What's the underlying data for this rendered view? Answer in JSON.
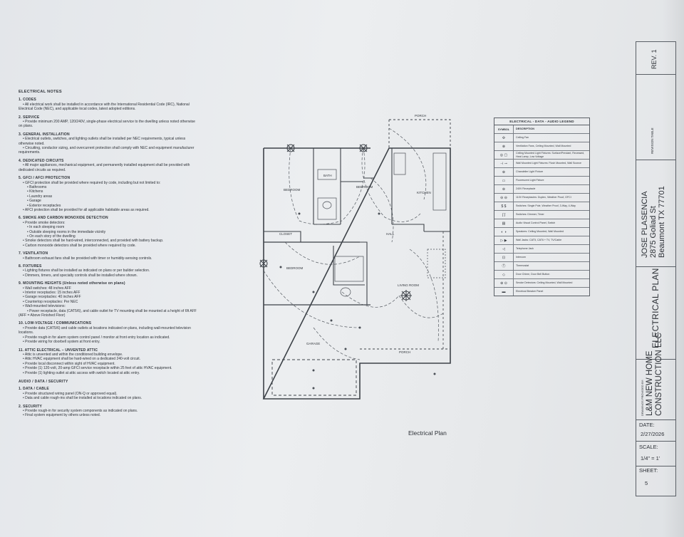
{
  "notes": {
    "title": "ELECTRICAL NOTES",
    "sections": [
      {
        "h": "1. CODES",
        "lines": [
          {
            "t": "• All electrical work shall be installed in accordance with the International Residential Code (IRC), National",
            "lvl": 1
          },
          {
            "t": "Electrical Code (NEC), and applicable local codes, latest adopted editions.",
            "lvl": 0
          }
        ]
      },
      {
        "h": "2. SERVICE",
        "lines": [
          {
            "t": "• Provide minimum 200 AMP, 120/240V, single-phase electrical service to the dwelling unless noted otherwise",
            "lvl": 1
          },
          {
            "t": "on plans.",
            "lvl": 0
          }
        ]
      },
      {
        "h": "3. GENERAL INSTALLATION",
        "lines": [
          {
            "t": "• Electrical outlets, switches, and lighting outlets shall be installed per NEC requirements, typical unless",
            "lvl": 1
          },
          {
            "t": "otherwise noted.",
            "lvl": 0
          },
          {
            "t": "• Circuiting, conductor sizing, and overcurrent protection shall comply with NEC and equipment manufacturer",
            "lvl": 1
          },
          {
            "t": "requirements.",
            "lvl": 0
          }
        ]
      },
      {
        "h": "4. DEDICATED CIRCUITS",
        "lines": [
          {
            "t": "• All major appliances, mechanical equipment, and permanently installed equipment shall be provided with",
            "lvl": 1
          },
          {
            "t": "dedicated circuits as required.",
            "lvl": 0
          }
        ]
      },
      {
        "h": "5. GFCI / AFCI PROTECTION",
        "lines": [
          {
            "t": "• GFCI protection shall be provided where required by code, including but not limited to:",
            "lvl": 1
          },
          {
            "t": "• Bathrooms",
            "lvl": 2
          },
          {
            "t": "• Kitchens",
            "lvl": 2
          },
          {
            "t": "• Laundry areas",
            "lvl": 2
          },
          {
            "t": "• Garage",
            "lvl": 2
          },
          {
            "t": "• Exterior receptacles",
            "lvl": 2
          },
          {
            "t": "• AFCI protection shall be provided for all applicable habitable areas as required.",
            "lvl": 1
          }
        ]
      },
      {
        "h": "6. SMOKE AND CARBON MONOXIDE DETECTION",
        "lines": [
          {
            "t": "• Provide smoke detectors:",
            "lvl": 1
          },
          {
            "t": "• In each sleeping room",
            "lvl": 2
          },
          {
            "t": "• Outside sleeping rooms in the immediate vicinity",
            "lvl": 2
          },
          {
            "t": "• On each story of the dwelling",
            "lvl": 2
          },
          {
            "t": "• Smoke detectors shall be hard-wired, interconnected, and provided with battery backup.",
            "lvl": 1
          },
          {
            "t": "• Carbon monoxide detectors shall be provided where required by code.",
            "lvl": 1
          }
        ]
      },
      {
        "h": "7. VENTILATION",
        "lines": [
          {
            "t": "• Bathroom exhaust fans shall be provided with timer or humidity-sensing controls.",
            "lvl": 1
          }
        ]
      },
      {
        "h": "8. FIXTURES",
        "lines": [
          {
            "t": "• Lighting fixtures shall be installed as indicated on plans or per builder selection.",
            "lvl": 1
          },
          {
            "t": "• Dimmers, timers, and specialty controls shall be installed where shown.",
            "lvl": 1
          }
        ]
      },
      {
        "h": "9. MOUNTING HEIGHTS (Unless noted otherwise on plans)",
        "lines": [
          {
            "t": "• Wall switches: 48 inches AFF",
            "lvl": 1
          },
          {
            "t": "• Interior receptacles: 15 inches AFF",
            "lvl": 1
          },
          {
            "t": "• Garage receptacles: 40 inches AFF",
            "lvl": 1
          },
          {
            "t": "• Countertop receptacles: Per NEC",
            "lvl": 1
          },
          {
            "t": "• Wall-mounted televisions:",
            "lvl": 1
          },
          {
            "t": "• Power receptacle, data (CAT5/6), and cable outlet for TV mounting shall be mounted at a height of 6ft AFF",
            "lvl": 2
          },
          {
            "t": "(AFF = Above Finished Floor)",
            "lvl": 0
          }
        ]
      },
      {
        "h": "10. LOW-VOLTAGE / COMMUNICATIONS",
        "lines": [
          {
            "t": "• Provide data (CAT5/6) and cable outlets at locations indicated on plans, including wall-mounted television",
            "lvl": 1
          },
          {
            "t": "locations.",
            "lvl": 0
          },
          {
            "t": "• Provide rough-in for alarm system control panel / monitor at front entry location as indicated.",
            "lvl": 1
          },
          {
            "t": "• Provide wiring for doorbell system at front entry.",
            "lvl": 1
          }
        ]
      },
      {
        "h": "11. ATTIC ELECTRICAL – UNVENTED ATTIC",
        "lines": [
          {
            "t": "• Attic is unvented and within the conditioned building envelope.",
            "lvl": 1
          },
          {
            "t": "• Attic HVAC equipment shall be hard-wired on a dedicated 240-volt circuit.",
            "lvl": 1
          },
          {
            "t": "• Provide local disconnect within sight of HVAC equipment.",
            "lvl": 1
          },
          {
            "t": "• Provide (1) 120-volt, 20-amp GFCI service receptacle within 25 feet of attic HVAC equipment.",
            "lvl": 1
          },
          {
            "t": "• Provide (1) lighting outlet at attic access with switch located at attic entry.",
            "lvl": 1
          }
        ]
      }
    ],
    "audio_title": "AUDIO / DATA / SECURITY",
    "audio_sections": [
      {
        "h": "1. DATA / CABLE",
        "lines": [
          {
            "t": "• Provide structured wiring panel (ON-Q or approved equal).",
            "lvl": 1
          },
          {
            "t": "• Data and cable rough-ins shall be installed at locations indicated on plans.",
            "lvl": 1
          }
        ]
      },
      {
        "h": "2. SECURITY",
        "lines": [
          {
            "t": "• Provide rough-in for security system components as indicated on plans.",
            "lvl": 1
          },
          {
            "t": "• Final system equipment by others unless noted.",
            "lvl": 1
          }
        ]
      }
    ]
  },
  "plan": {
    "caption": "Electrical Plan",
    "rooms": {
      "bedroom1": "BEDROOM",
      "bath1": "BATH",
      "bedroom2": "BEDROOM",
      "kitchen": "KITCHEN",
      "porch_top": "PORCH",
      "closet": "CLOSET",
      "hall": "HALL",
      "bedroom3": "BEDROOM",
      "living": "LIVING ROOM",
      "garage": "GARAGE",
      "porch_bottom": "PORCH"
    }
  },
  "legend": {
    "title": "ELECTRICAL - DATA - AUDIO LEGEND",
    "col_symbol": "SYMBOL",
    "col_desc": "DESCRIPTION",
    "rows": [
      {
        "sym": "✣",
        "desc": "Ceiling Fan"
      },
      {
        "sym": "⊗",
        "desc": "Ventilation Fans, Ceiling Mounted, Wall Mounted"
      },
      {
        "sym": "◎ ▢",
        "desc": "Ceiling Mounted Light Fixtures: Surface/Pendant, Recessed, Heat Lamp, Low Voltage"
      },
      {
        "sym": "⊣ ⊸",
        "desc": "Wall Mounted Light Fixtures: Flush Mounted, Wall Sconce"
      },
      {
        "sym": "⊕",
        "desc": "Chandelier Light Fixture"
      },
      {
        "sym": "▭",
        "desc": "Fluorescent Light Fixture"
      },
      {
        "sym": "⊜",
        "desc": "240V Receptacle"
      },
      {
        "sym": "⊖ ⊖",
        "desc": "110V Receptacles: Duplex, Weather Proof, GFCI"
      },
      {
        "sym": "$ $",
        "desc": "Switches: Single Pole, Weather Proof, 3-Way, 4-Way"
      },
      {
        "sym": "ʃ ʃ",
        "desc": "Switches: Dimmer, Timer"
      },
      {
        "sym": "▤",
        "desc": "Audio Visual Control Panel, Switch"
      },
      {
        "sym": "◐ ◑",
        "desc": "Speakers: Ceiling Mounted, Wall Mounted"
      },
      {
        "sym": "▷ ▶",
        "desc": "Wall Jacks: CAT5, CAT6 + TV, TV/Cable"
      },
      {
        "sym": "◁",
        "desc": "Telephone Jack"
      },
      {
        "sym": "⊡",
        "desc": "Intercom"
      },
      {
        "sym": "Ⓣ",
        "desc": "Thermostat"
      },
      {
        "sym": "◇",
        "desc": "Door Chime, Door Bell Button"
      },
      {
        "sym": "⊛ ⊙",
        "desc": "Smoke Detectors: Ceiling Mounted, Wall Mounted"
      },
      {
        "sym": "▬",
        "desc": "Electrical Breaker Panel"
      }
    ]
  },
  "title_block": {
    "rev": "REV. 1",
    "rev_table": "REVISION TABLE",
    "owner_name": "JOSE PLASENCIA",
    "owner_street": "2875 Goliad St",
    "owner_city": "Beaumont TX 77701",
    "sheet_title": "ELECTRICAL PLAN",
    "drawn_by": "DRAWINGS PROVIDED BY:",
    "builder_1": "L&M NEW HOME",
    "builder_2": "CONSTRUCTION LLC",
    "date_label": "DATE:",
    "date": "2/27/2026",
    "scale_label": "SCALE:",
    "scale": "1/4\" = 1'",
    "sheet_label": "SHEET:",
    "sheet": "5"
  }
}
